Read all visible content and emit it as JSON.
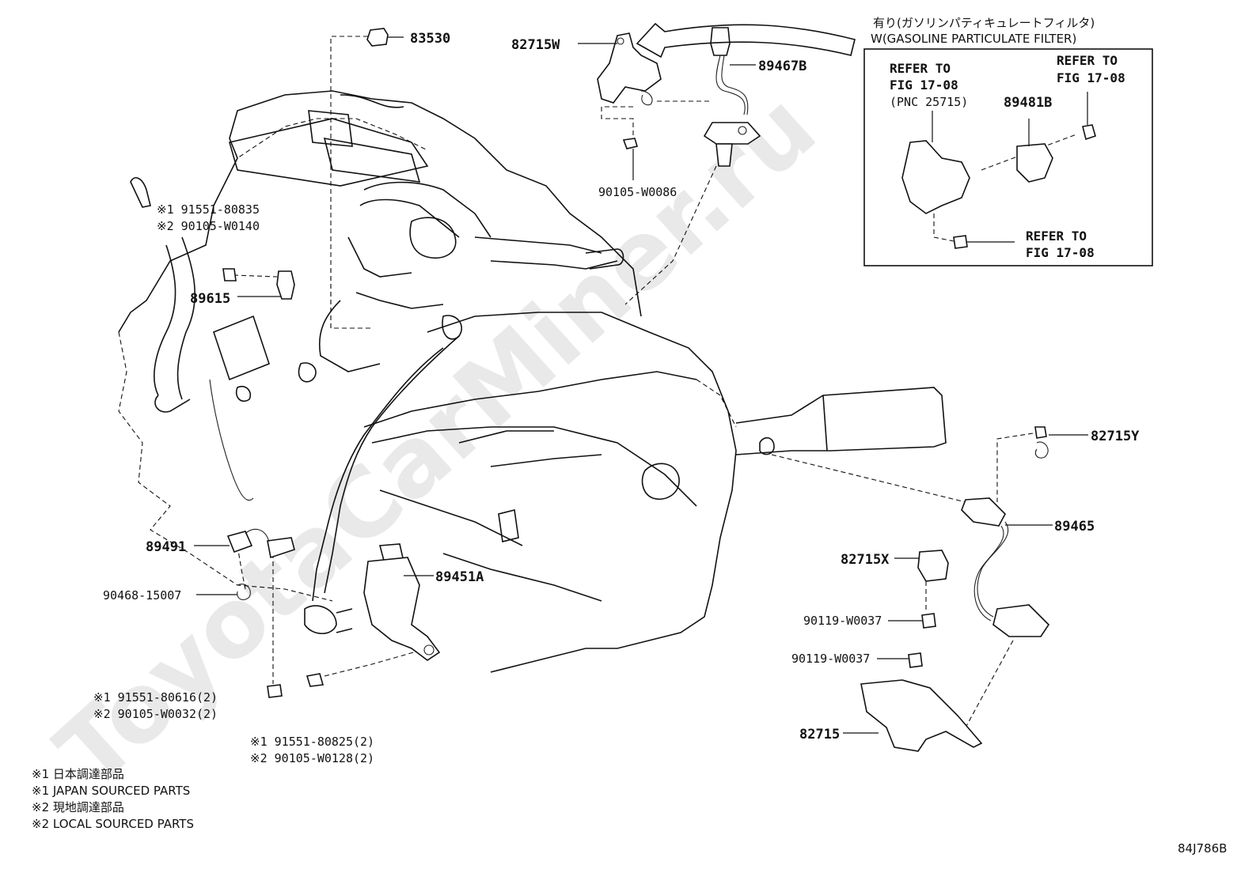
{
  "watermark": "ToyotaCarMiner.ru",
  "figure_code": "84J786B",
  "gpf_note": {
    "line1": "有り(ガソリンパティキュレートフィルタ)",
    "line2": "W(GASOLINE PARTICULATE FILTER)"
  },
  "inset": {
    "refer1_a": "REFER TO",
    "refer1_b": "FIG 17-08",
    "refer1_c": "(PNC 25715)",
    "refer2_a": "REFER TO",
    "refer2_b": "FIG 17-08",
    "refer3_a": "REFER TO",
    "refer3_b": "FIG 17-08",
    "part_89481B": "89481B"
  },
  "parts": {
    "p83530": "83530",
    "p82715W": "82715W",
    "p89467B": "89467B",
    "p90105_W0086": "90105-W0086",
    "p89615": "89615",
    "p89491": "89491",
    "p90468_15007": "90468-15007",
    "p89451A": "89451A",
    "p82715Y": "82715Y",
    "p89465": "89465",
    "p82715X": "82715X",
    "p90119_W0037_a": "90119-W0037",
    "p90119_W0037_b": "90119-W0037",
    "p82715": "82715"
  },
  "callouts": {
    "c1_line1": "※1 91551-80835",
    "c1_line2": "※2 90105-W0140",
    "c2_line1": "※1 91551-80616(2)",
    "c2_line2": "※2 90105-W0032(2)",
    "c3_line1": "※1 91551-80825(2)",
    "c3_line2": "※2 90105-W0128(2)"
  },
  "legend": {
    "l1": "※1 日本調達部品",
    "l2": "※1 JAPAN SOURCED PARTS",
    "l3": "※2 現地調達部品",
    "l4": "※2 LOCAL SOURCED PARTS"
  }
}
